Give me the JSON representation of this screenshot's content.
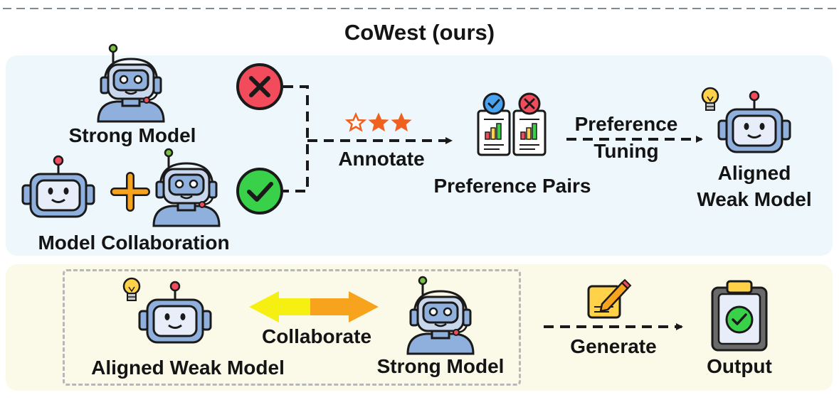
{
  "title": "CoWest (ours)",
  "training": {
    "strong_model_label": "Strong Model",
    "collaboration_label": "Model Collaboration",
    "annotate_label": "Annotate",
    "preference_pairs_label": "Preference Pairs",
    "preference_tuning_label_1": "Preference",
    "preference_tuning_label_2": "Tuning",
    "aligned_weak_label_1": "Aligned",
    "aligned_weak_label_2": "Weak Model"
  },
  "inference": {
    "aligned_weak_label": "Aligned Weak Model",
    "collaborate_label": "Collaborate",
    "strong_model_label": "Strong Model",
    "generate_label": "Generate",
    "output_label": "Output"
  },
  "colors": {
    "top_panel": "#eef7fc",
    "bottom_panel": "#fbfae9",
    "reject": "#f24b5c",
    "accept": "#39d14a",
    "star": "#f0601e",
    "arrow_left": "#f6ef12",
    "arrow_right": "#f7a31d"
  }
}
